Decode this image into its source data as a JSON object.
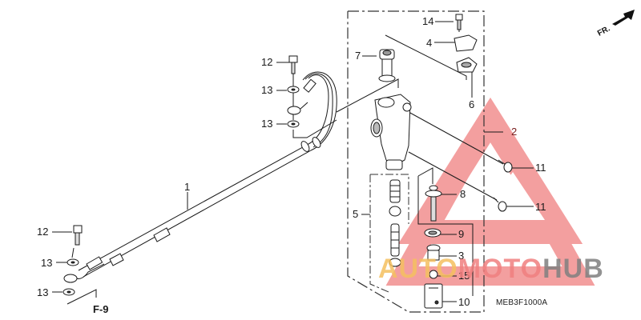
{
  "diagram": {
    "title_code": "MEB3F1000A",
    "direction_indicator": "FR.",
    "reference": "F-9",
    "colors": {
      "line": "#1a1a1a",
      "watermark_triangle": "#f08080",
      "watermark_auto": "#f5c060",
      "watermark_moto": "#f08080",
      "watermark_hub": "#808080"
    },
    "callouts": [
      {
        "id": "c1",
        "label": "1",
        "part": "brake-hose"
      },
      {
        "id": "c2",
        "label": "2",
        "part": "master-cylinder-assembly"
      },
      {
        "id": "c3",
        "label": "3",
        "part": "reservoir-joint"
      },
      {
        "id": "c4",
        "label": "4",
        "part": "reservoir-cover"
      },
      {
        "id": "c5",
        "label": "5",
        "part": "piston-set"
      },
      {
        "id": "c6",
        "label": "6",
        "part": "diaphragm-plate"
      },
      {
        "id": "c7",
        "label": "7",
        "part": "hose-joint"
      },
      {
        "id": "c8",
        "label": "8",
        "part": "push-rod"
      },
      {
        "id": "c9",
        "label": "9",
        "part": "seal"
      },
      {
        "id": "c10",
        "label": "10",
        "part": "push-rod-joint"
      },
      {
        "id": "c11a",
        "label": "11",
        "part": "bolt-upper"
      },
      {
        "id": "c11b",
        "label": "11",
        "part": "bolt-lower"
      },
      {
        "id": "c12a",
        "label": "12",
        "part": "oil-bolt-upper"
      },
      {
        "id": "c12b",
        "label": "12",
        "part": "oil-bolt-lower"
      },
      {
        "id": "c13a",
        "label": "13",
        "part": "sealing-washer-1"
      },
      {
        "id": "c13b",
        "label": "13",
        "part": "sealing-washer-2"
      },
      {
        "id": "c13c",
        "label": "13",
        "part": "sealing-washer-3"
      },
      {
        "id": "c13d",
        "label": "13",
        "part": "sealing-washer-4"
      },
      {
        "id": "c14",
        "label": "14",
        "part": "screw"
      },
      {
        "id": "c15",
        "label": "15",
        "part": "nut"
      }
    ]
  },
  "watermark": {
    "part1": "AUTO",
    "part2": "MOTO",
    "part3": "HUB"
  }
}
